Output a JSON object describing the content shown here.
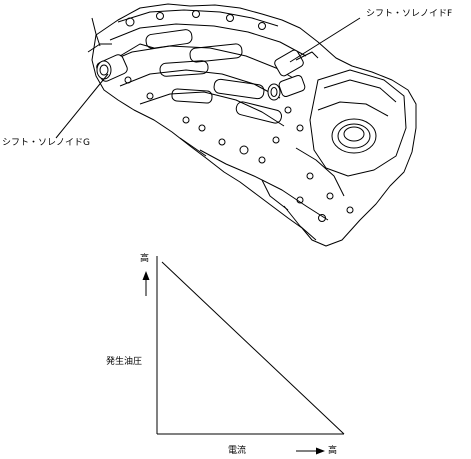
{
  "diagram": {
    "labels": {
      "solenoid_f": "シフト・ソレノイドF",
      "solenoid_g": "シフト・ソレノイドG"
    }
  },
  "chart_data": {
    "type": "line",
    "ylabel": "発生油圧",
    "xlabel": "電流",
    "y_high_label": "高",
    "x_high_label": "高",
    "series": [
      {
        "x": [
          0,
          1
        ],
        "y": [
          1,
          0
        ]
      }
    ],
    "xlim": [
      0,
      1
    ],
    "ylim": [
      0,
      1
    ],
    "grid": false
  }
}
